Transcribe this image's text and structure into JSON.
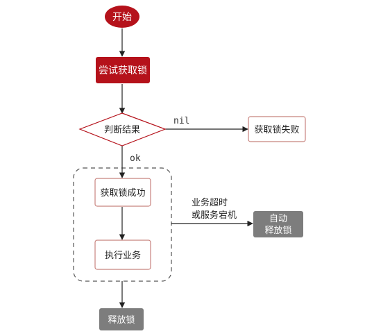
{
  "nodes": {
    "start": "开始",
    "try_lock": "尝试获取锁",
    "decision": "判断结果",
    "fail": "获取锁失败",
    "success": "获取锁成功",
    "execute": "执行业务",
    "auto_release": [
      "自动",
      "释放锁"
    ],
    "release": "释放锁"
  },
  "edges": {
    "nil_label": "nil",
    "ok_label": "ok",
    "timeout_label": [
      "业务超时",
      "或服务宕机"
    ]
  },
  "colors": {
    "primary_red": "#b5121b",
    "decision_border": "#b5121b",
    "box_border": "#c8837e",
    "grey_box": "#7d7d7d",
    "dashed_border": "#555555",
    "arrow": "#222222"
  }
}
